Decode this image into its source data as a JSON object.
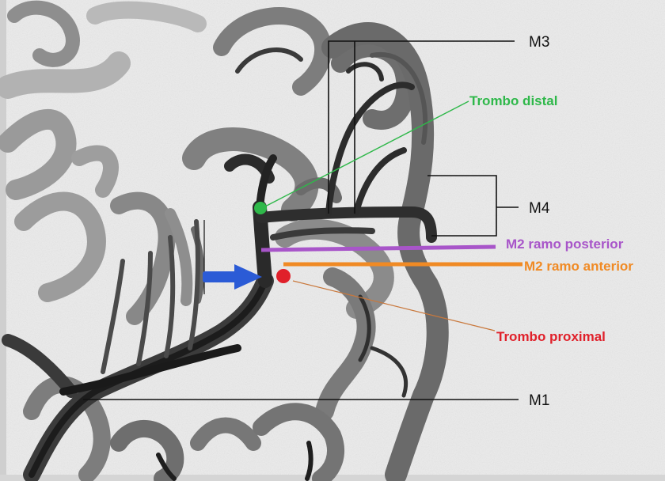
{
  "labels": {
    "m3": "M3",
    "m4": "M4",
    "m1": "M1",
    "trombo_distal": "Trombo distal",
    "m2_posterior": "M2 ramo posterior",
    "m2_anterior": "M2 ramo anterior",
    "trombo_proximal": "Trombo proximal"
  },
  "colors": {
    "green": "#2fb84a",
    "purple": "#a855c9",
    "orange": "#f08a24",
    "red": "#e0202a",
    "blue_arrow": "#2b5bd6",
    "line_black": "#111111"
  },
  "icons": {
    "arrow": "blue-right-arrow"
  }
}
